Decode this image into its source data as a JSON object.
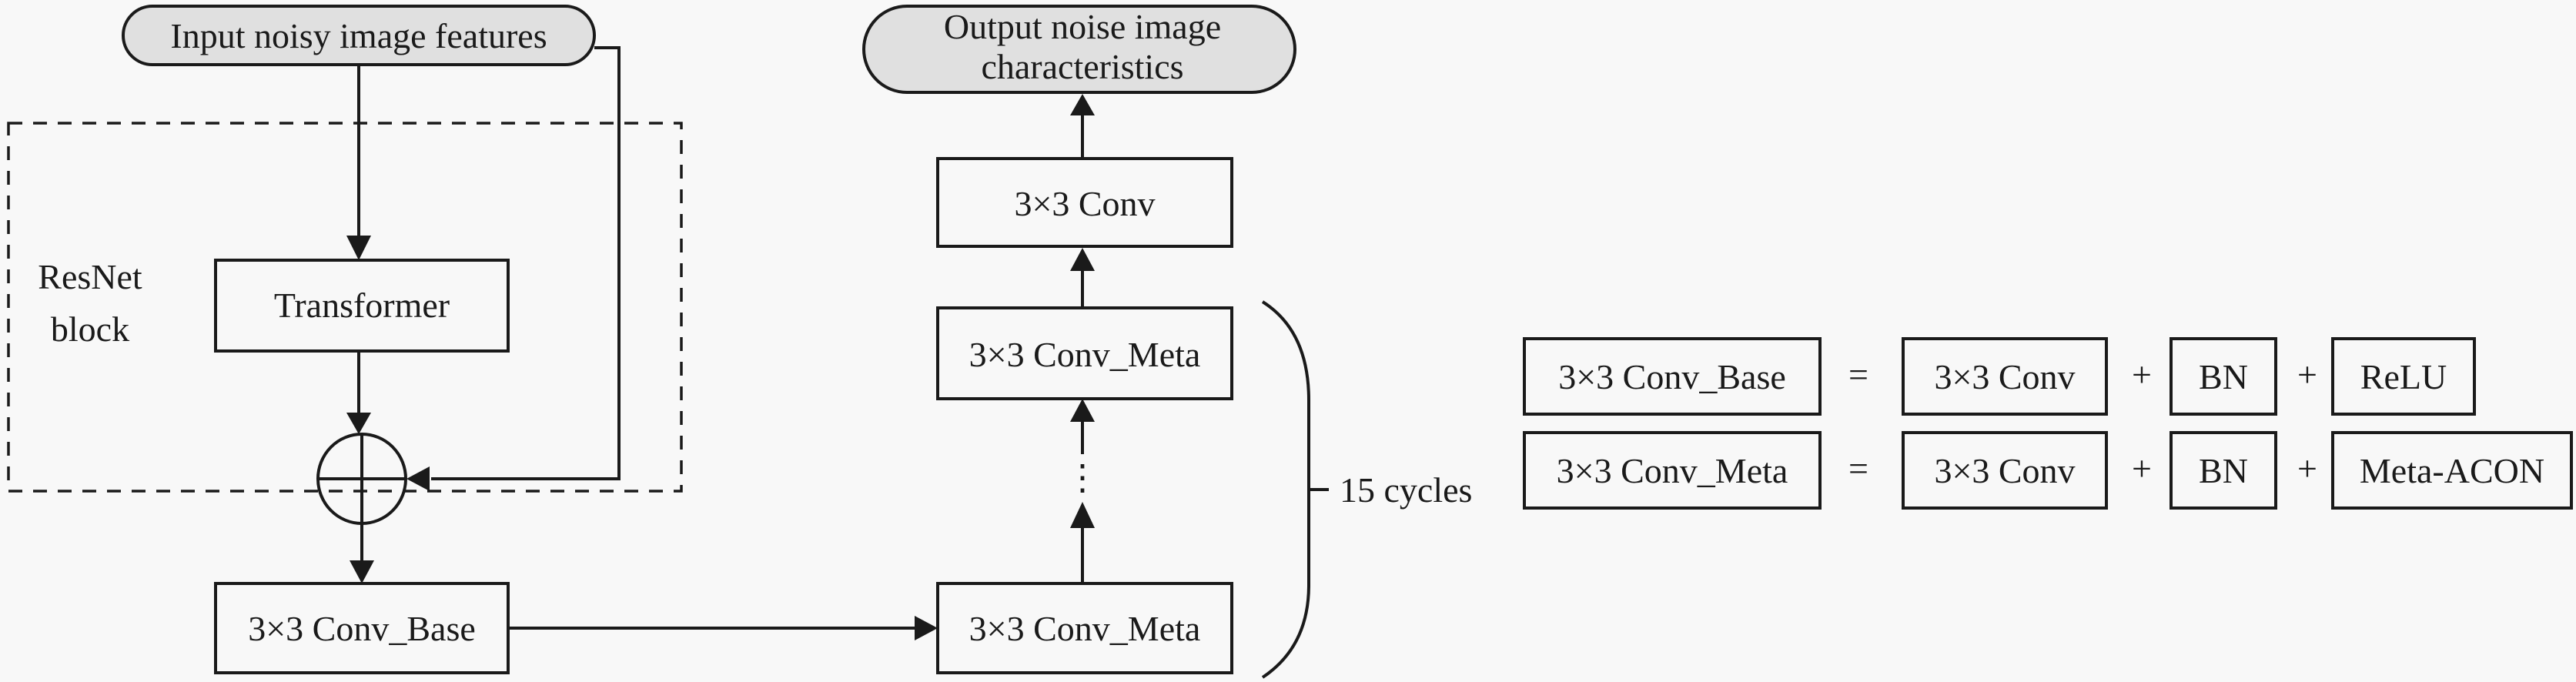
{
  "diagram": {
    "input_node": "Input noisy image features",
    "output_node": {
      "line1": "Output noise image",
      "line2": "characteristics"
    },
    "resnet_block": {
      "label_line1": "ResNet",
      "label_line2": "block",
      "transformer": "Transformer",
      "sum_symbol": "add-icon"
    },
    "conv_base": "3×3 Conv_Base",
    "conv_meta_bottom": "3×3 Conv_Meta",
    "ellipsis": "⋮",
    "conv_meta_top": "3×3 Conv_Meta",
    "conv_final": "3×3 Conv",
    "cycles_label": "15 cycles"
  },
  "legend": [
    {
      "name": "3×3 Conv_Base",
      "equals": "=",
      "parts": [
        "3×3 Conv",
        "BN",
        "ReLU"
      ],
      "plus": "+"
    },
    {
      "name": "3×3 Conv_Meta",
      "equals": "=",
      "parts": [
        "3×3 Conv",
        "BN",
        "Meta-ACON"
      ],
      "plus": "+"
    }
  ]
}
